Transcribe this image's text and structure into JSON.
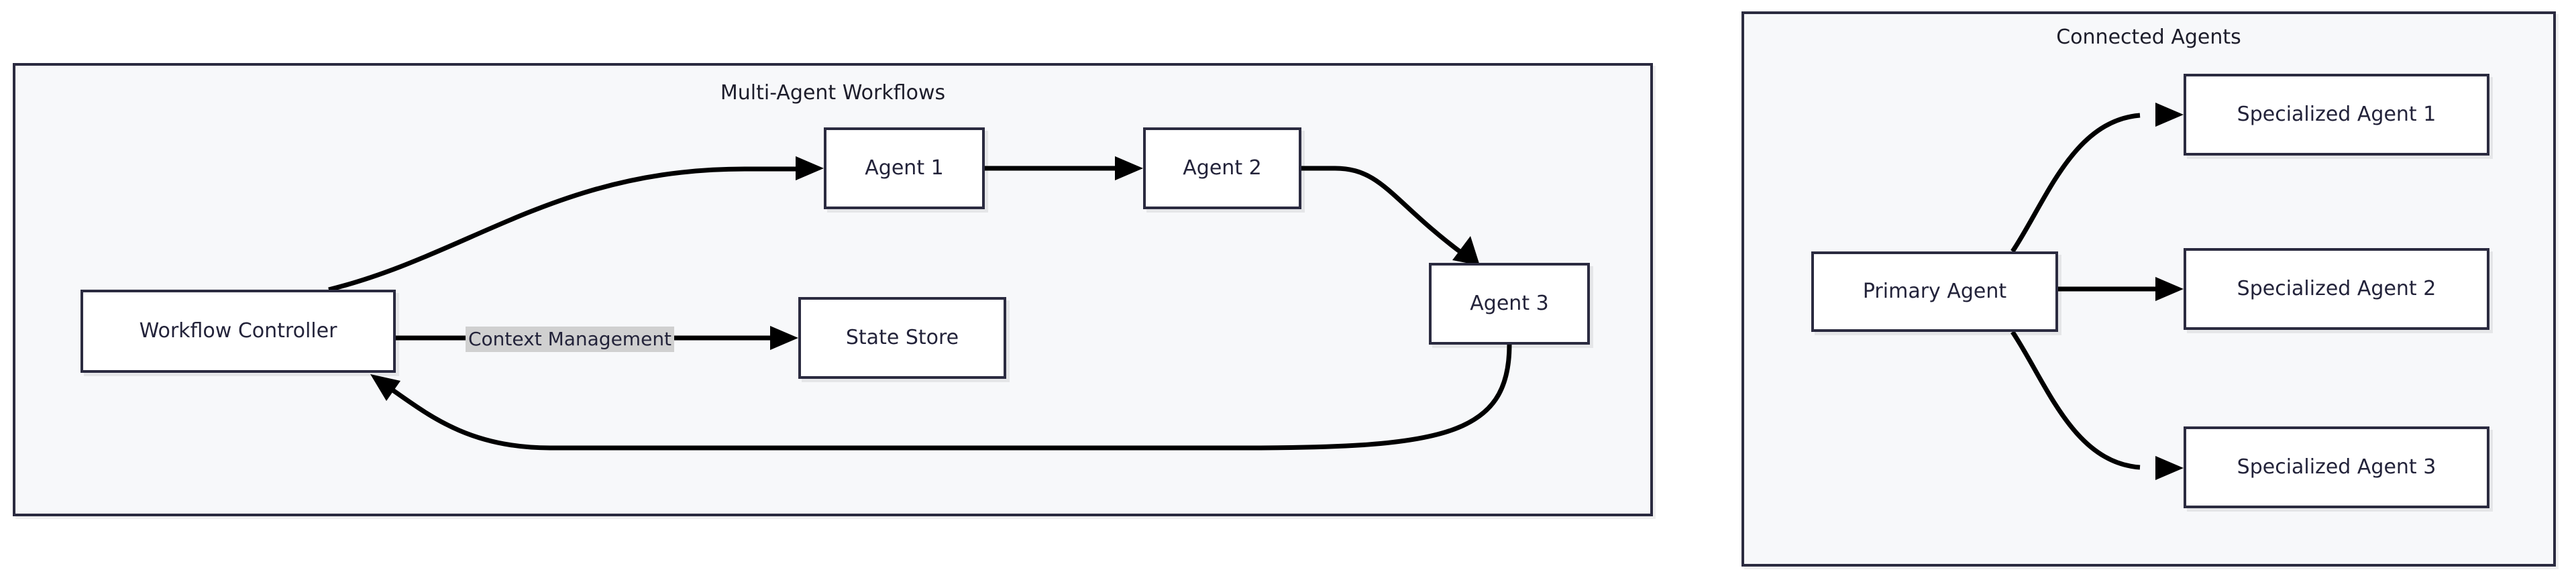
{
  "diagram": {
    "type": "flowchart",
    "background": "#ffffff",
    "colors": {
      "panel_fill": "#f7f8fa",
      "border": "#2b2b40",
      "node_fill": "#ffffff",
      "text": "#23233a",
      "edge": "#000000",
      "edge_label_bg": "#d0d0d0"
    },
    "clusters": [
      {
        "id": "multi-agent-workflows",
        "title": "Multi-Agent Workflows",
        "nodes": [
          "workflow-controller",
          "agent-1",
          "agent-2",
          "agent-3",
          "state-store"
        ]
      },
      {
        "id": "connected-agents",
        "title": "Connected Agents",
        "nodes": [
          "primary-agent",
          "specialized-agent-1",
          "specialized-agent-2",
          "specialized-agent-3"
        ]
      }
    ],
    "nodes": {
      "workflow-controller": {
        "label": "Workflow Controller"
      },
      "agent-1": {
        "label": "Agent 1"
      },
      "agent-2": {
        "label": "Agent 2"
      },
      "agent-3": {
        "label": "Agent 3"
      },
      "state-store": {
        "label": "State Store"
      },
      "primary-agent": {
        "label": "Primary Agent"
      },
      "specialized-agent-1": {
        "label": "Specialized Agent 1"
      },
      "specialized-agent-2": {
        "label": "Specialized Agent 2"
      },
      "specialized-agent-3": {
        "label": "Specialized Agent 3"
      }
    },
    "edges": [
      {
        "from": "workflow-controller",
        "to": "agent-1",
        "label": "",
        "arrow": true,
        "style": "curved"
      },
      {
        "from": "agent-1",
        "to": "agent-2",
        "label": "",
        "arrow": true,
        "style": "straight"
      },
      {
        "from": "agent-2",
        "to": "agent-3",
        "label": "",
        "arrow": true,
        "style": "curved"
      },
      {
        "from": "agent-3",
        "to": "workflow-controller",
        "label": "",
        "arrow": true,
        "style": "curved"
      },
      {
        "from": "workflow-controller",
        "to": "state-store",
        "label": "Context Management",
        "arrow": true,
        "style": "straight"
      },
      {
        "from": "primary-agent",
        "to": "specialized-agent-1",
        "label": "",
        "arrow": true,
        "style": "curved"
      },
      {
        "from": "primary-agent",
        "to": "specialized-agent-2",
        "label": "",
        "arrow": true,
        "style": "straight"
      },
      {
        "from": "primary-agent",
        "to": "specialized-agent-3",
        "label": "",
        "arrow": true,
        "style": "curved"
      }
    ]
  }
}
